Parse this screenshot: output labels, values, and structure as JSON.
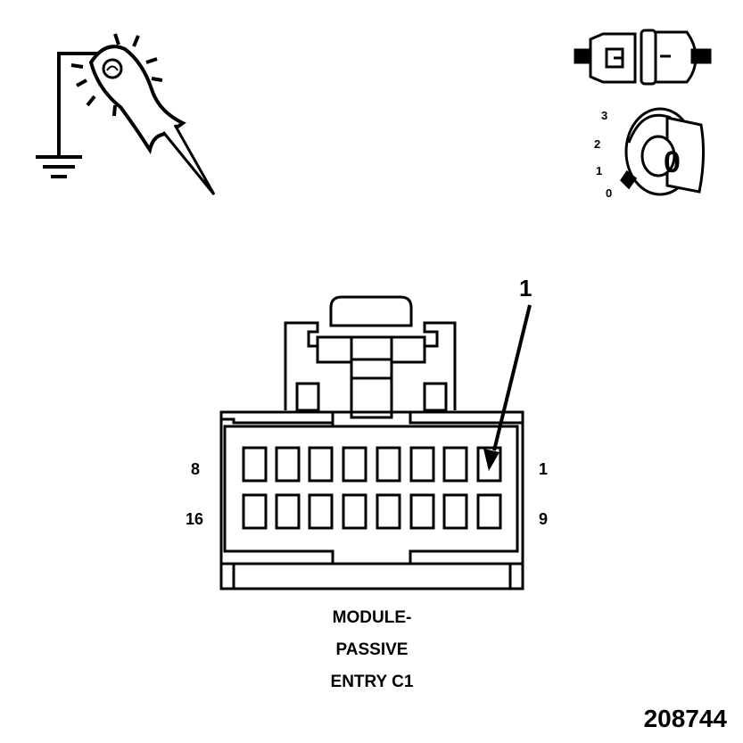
{
  "figure_id": "208744",
  "connector": {
    "title_lines": [
      "MODULE-",
      "PASSIVE",
      "ENTRY C1"
    ],
    "callout": "1",
    "pin_labels": {
      "top_left": "8",
      "top_right": "1",
      "bottom_left": "16",
      "bottom_right": "9"
    },
    "top_row_cavities": 8,
    "bottom_row_cavities": 8
  },
  "ignition_switch": {
    "positions": [
      "3",
      "2",
      "1",
      "0"
    ],
    "key_label": "0"
  },
  "icons": [
    "test-light-probe-icon",
    "ground-symbol-icon",
    "connector-disconnect-icon",
    "ignition-key-icon"
  ],
  "colors": {
    "ink": "#000000",
    "background": "#ffffff"
  }
}
